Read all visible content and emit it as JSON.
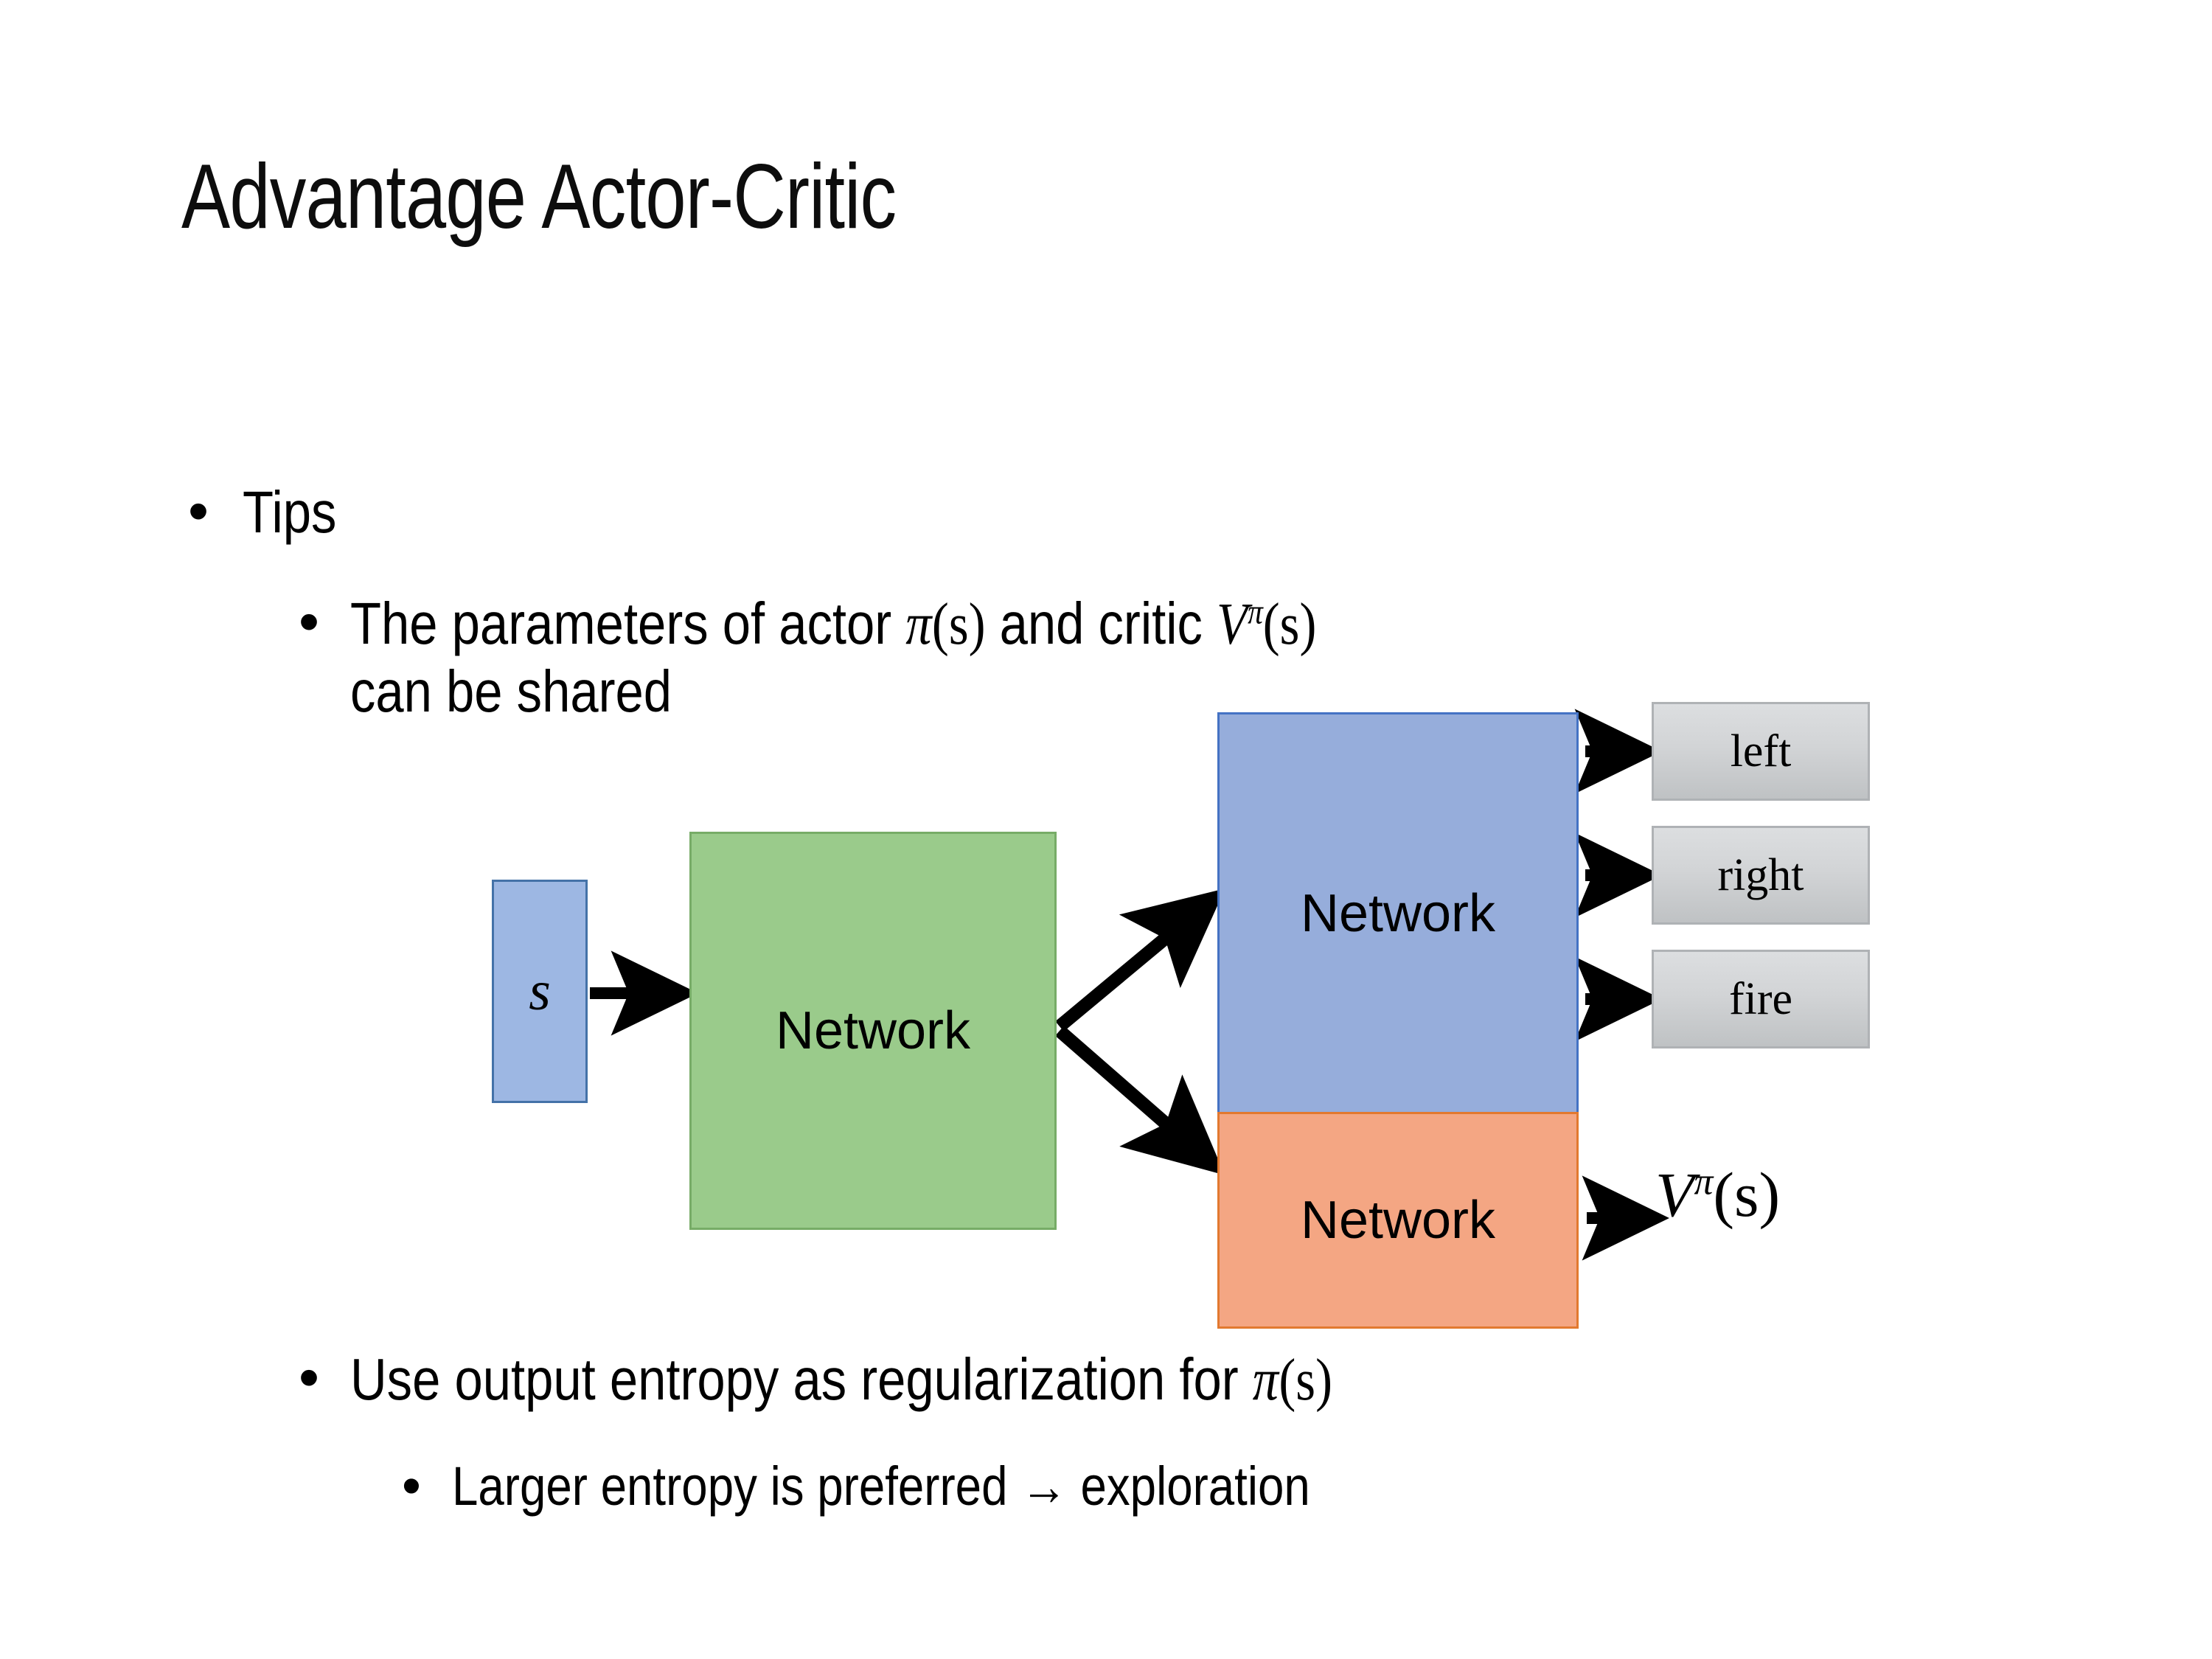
{
  "slide": {
    "title": "Advantage Actor-Critic",
    "background_color": "#ffffff",
    "text_color": "#000000"
  },
  "bullets": {
    "tips": {
      "marker": "•",
      "text": "Tips"
    },
    "shared_params": {
      "marker": "•",
      "line1_prefix": "The parameters of actor ",
      "math_actor_symbol": "π",
      "math_actor_args": "(s)",
      "line1_middle": "  and critic ",
      "math_critic_symbol": "V",
      "math_critic_superscript": "π",
      "math_critic_args": "(s)",
      "line2": "can be shared"
    },
    "entropy": {
      "marker": "•",
      "text_prefix": "Use output entropy as regularization for ",
      "math_symbol": "π",
      "math_args": "(s)"
    },
    "exploration": {
      "marker": "•",
      "text": "Larger entropy is preferred → exploration"
    }
  },
  "diagram": {
    "state_node": {
      "label": "s",
      "fill": "#9DB7E3",
      "stroke": "#4472A8"
    },
    "shared_node": {
      "label": "Network",
      "fill": "#9ACB8B",
      "stroke": "#77AC67"
    },
    "actor_node": {
      "label": "Network",
      "fill": "#96ADDB",
      "stroke": "#4472C4"
    },
    "critic_node": {
      "label": "Network",
      "fill": "#F4A683",
      "stroke": "#E2792F"
    },
    "action_outputs": [
      {
        "label": "left",
        "fill": "#D2D4D6",
        "stroke": "#AFB2B5"
      },
      {
        "label": "right",
        "fill": "#D2D4D6",
        "stroke": "#AFB2B5"
      },
      {
        "label": "fire",
        "fill": "#D2D4D6",
        "stroke": "#AFB2B5"
      }
    ],
    "critic_output": {
      "symbol": "V",
      "superscript": "π",
      "args": "(s)"
    },
    "arrow_color": "#000000"
  }
}
